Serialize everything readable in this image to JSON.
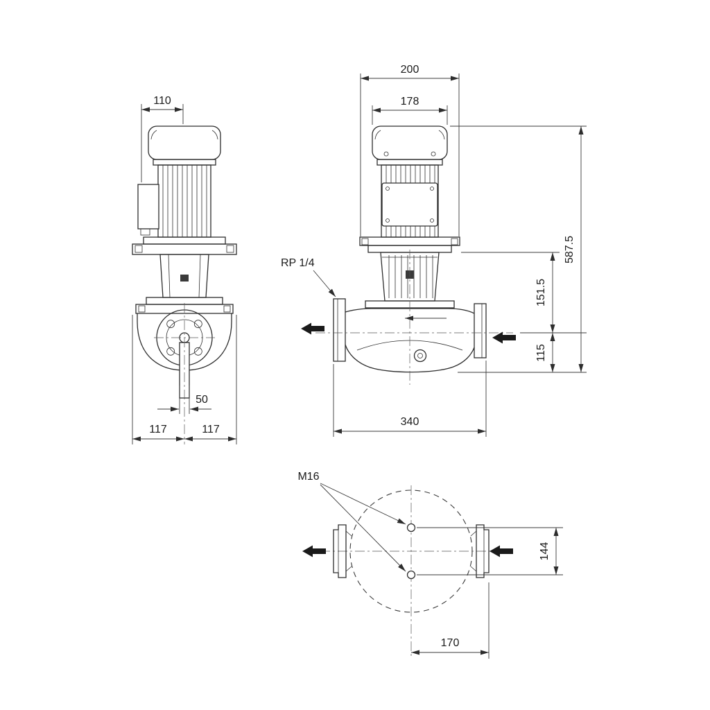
{
  "page": {
    "background": "#ffffff",
    "line_color": "#2d2d2d",
    "text_color": "#1a1a1a"
  },
  "front_view": {
    "dim_motor_top_width": "110",
    "dim_drain_width": "50",
    "dim_base_left": "117",
    "dim_base_right": "117"
  },
  "side_view": {
    "dim_flange_width": "200",
    "dim_fan_cover_width": "178",
    "dim_total_height": "587.5",
    "dim_lantern_height": "151.5",
    "dim_port_height": "115",
    "dim_length": "340",
    "label_gauge_tapping": "RP 1/4"
  },
  "plan_view": {
    "label_bolt_thread": "M16",
    "dim_bolt_spacing": "144",
    "dim_port_offset": "170"
  }
}
